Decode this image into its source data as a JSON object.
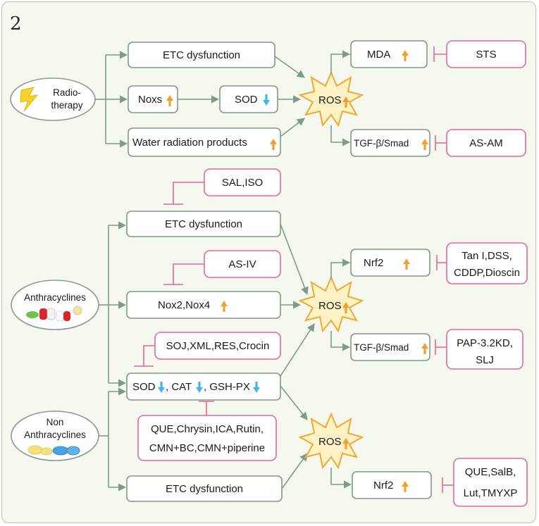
{
  "panel_label": "2",
  "colors": {
    "green_line": "#7f9a86",
    "pink_inhibit": "#e0699b",
    "up_arrow": "#f0a030",
    "down_arrow": "#3db8e8",
    "ros_star_fill": "#fdf2c4",
    "ros_star_stroke": "#f2a833"
  },
  "sources": {
    "radiotherapy": {
      "line1": "Radio-",
      "line2": "therapy",
      "icon": "lightning-bolt-icon"
    },
    "anthracyclines": {
      "label": "Anthracyclines",
      "icon": "pills-capsules-icon"
    },
    "non_anthracyclines": {
      "line1": "Non",
      "line2": "Anthracyclines",
      "icon": "pills-tablets-icon"
    }
  },
  "radiotherapy": {
    "etc": "ETC dysfunction",
    "noxs": "Noxs",
    "sod": "SOD",
    "water": "Water radiation products",
    "ros": "ROS",
    "mda": "MDA",
    "tgf": "TGF-β/Smad",
    "sts": "STS",
    "asam": "AS-AM"
  },
  "anthracyclines": {
    "sal_iso": "SAL,ISO",
    "etc": "ETC dysfunction",
    "as_iv": "AS-IV",
    "nox": "Nox2,Nox4",
    "soj": "SOJ,XML,RES,Crocin",
    "ros": "ROS",
    "nrf2": "Nrf2",
    "tan_line1": "Tan I,DSS,",
    "tan_line2": "CDDP,Dioscin",
    "tgf": "TGF-β/Smad",
    "pap_line1": "PAP-3.2KD,",
    "pap_line2": "SLJ"
  },
  "shared": {
    "sod": "SOD",
    "cat": ", CAT",
    "gsh": ", GSH-PX",
    "que_line1": "QUE,Chrysin,ICA,Rutin,",
    "que_line2": "CMN+BC,CMN+piperine"
  },
  "non_anthracyclines": {
    "etc": "ETC dysfunction",
    "ros": "ROS",
    "nrf2": "Nrf2",
    "sal_line1": "QUE,SalB,",
    "sal_line2": "Lut,TMYXP"
  }
}
